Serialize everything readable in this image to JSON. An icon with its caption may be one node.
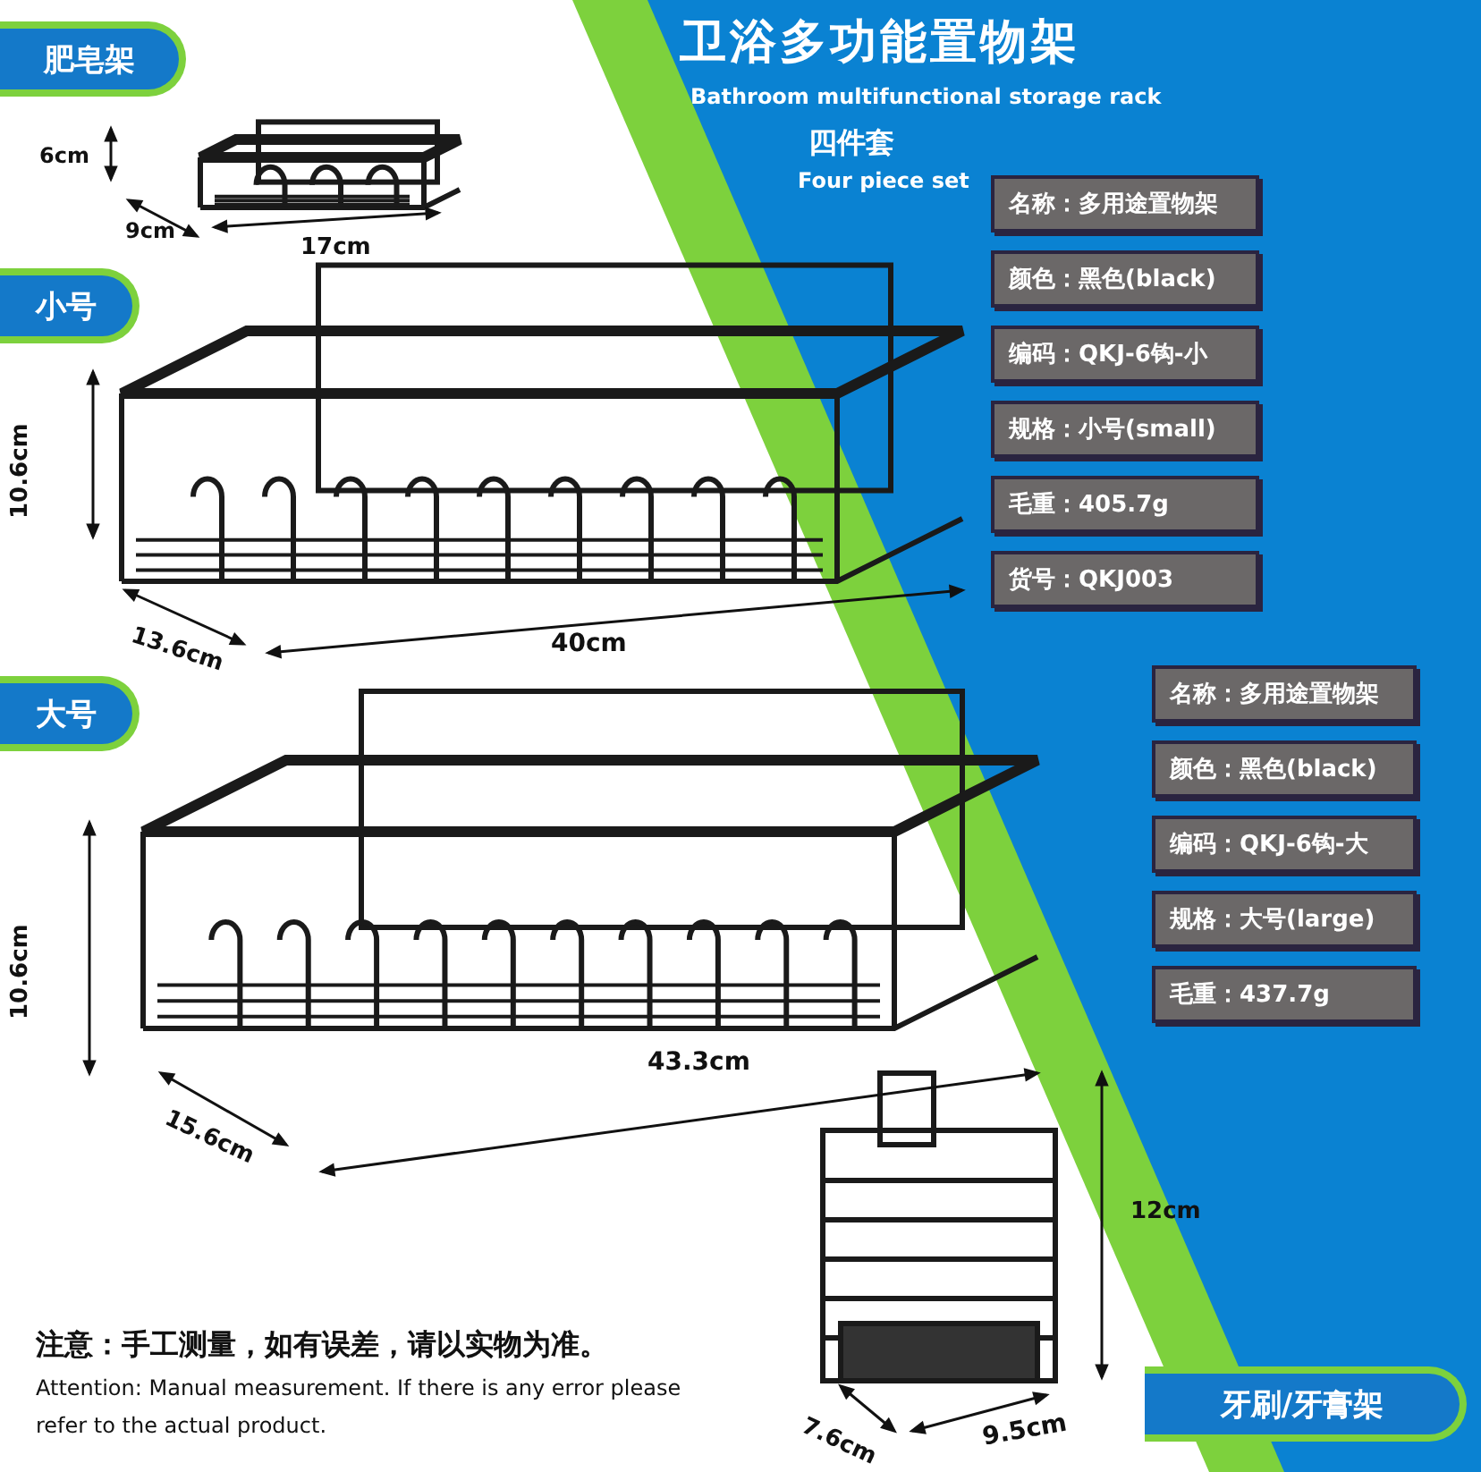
{
  "diagram": {
    "title": "卫浴多功能置物架",
    "nodes": [
      {
        "text": [
          "肥皂架"
        ]
      },
      {
        "text": [
          "小号"
        ]
      },
      {
        "text": [
          "大号"
        ]
      },
      {
        "text": [
          "牙刷/牙膏架"
        ]
      },
      {
        "text": [
          "名称：多用途置物架"
        ]
      },
      {
        "text": [
          "颜色：黑色(black)"
        ]
      },
      {
        "text": [
          "编码：QKJ-6钩-小"
        ]
      },
      {
        "text": [
          "规格：小号(small)"
        ]
      },
      {
        "text": [
          "毛重：405.7g"
        ]
      },
      {
        "text": [
          "货号：QKJ003"
        ]
      },
      {
        "text": [
          "名称：多用途置物架"
        ]
      },
      {
        "text": [
          "颜色：黑色(black)"
        ]
      },
      {
        "text": [
          "编码：QKJ-6钩-大"
        ]
      },
      {
        "text": [
          "规格：大号(large)"
        ]
      },
      {
        "text": [
          "毛重：437.7g"
        ]
      }
    ],
    "edges": [],
    "labels": [
      "Bathroom multifunctional storage rack",
      "四件套",
      "Four piece set",
      "6cm",
      "9cm",
      "17cm",
      "10.6cm",
      "13.6cm",
      "40cm",
      "10.6cm",
      "15.6cm",
      "43.3cm",
      "12cm",
      "7.6cm",
      "9.5cm",
      "注意：手工测量，如有误差，请以实物为准。",
      "Attention: Manual measurement. If there is any error please refer to the actual product."
    ]
  }
}
